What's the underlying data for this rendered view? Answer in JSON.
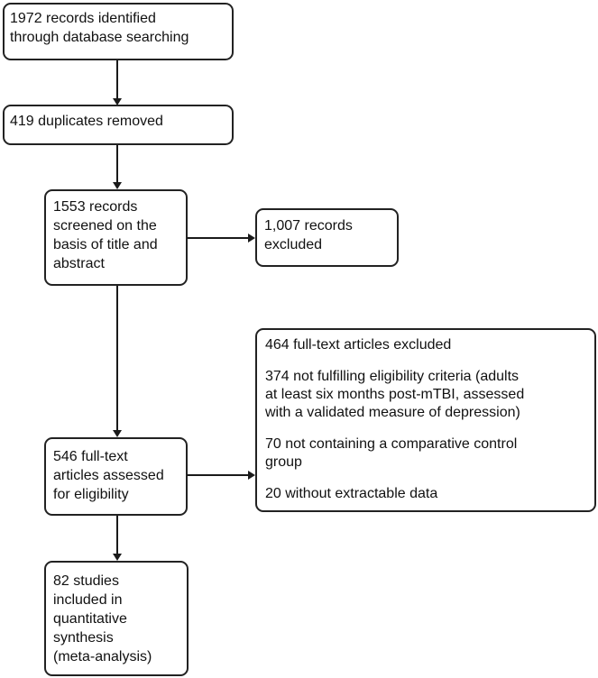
{
  "diagram": {
    "kind": "study-selection-flowchart",
    "background_color": "#ffffff",
    "box_border_color": "#222222",
    "line_color": "#1a1a1a",
    "text_color": "#111111"
  },
  "boxes": {
    "records_identified": {
      "lines": [
        "1972 records identified",
        "through database searching"
      ]
    },
    "duplicates_removed": {
      "lines": [
        "419 duplicates removed"
      ]
    },
    "records_screened": {
      "lines": [
        "1553 records",
        "screened on the",
        "basis of title and",
        "abstract"
      ]
    },
    "records_excluded": {
      "lines": [
        "1,007 records",
        "excluded"
      ]
    },
    "fulltext_excluded": {
      "paragraphs": [
        {
          "lines": [
            "464 full-text articles excluded"
          ]
        },
        {
          "lines": [
            "374 not fulfilling eligibility criteria (adults",
            "at least six months post-mTBI, assessed",
            "with a validated measure of depression)"
          ]
        },
        {
          "lines": [
            "70 not containing a comparative control",
            "group"
          ]
        },
        {
          "lines": [
            "20 without extractable data"
          ]
        }
      ]
    },
    "fulltext_assessed": {
      "lines": [
        "546 full-text",
        "articles assessed",
        "for eligibility"
      ]
    },
    "studies_included": {
      "lines": [
        "82 studies",
        "included in",
        "quantitative",
        "synthesis",
        "(meta-analysis)"
      ]
    }
  }
}
